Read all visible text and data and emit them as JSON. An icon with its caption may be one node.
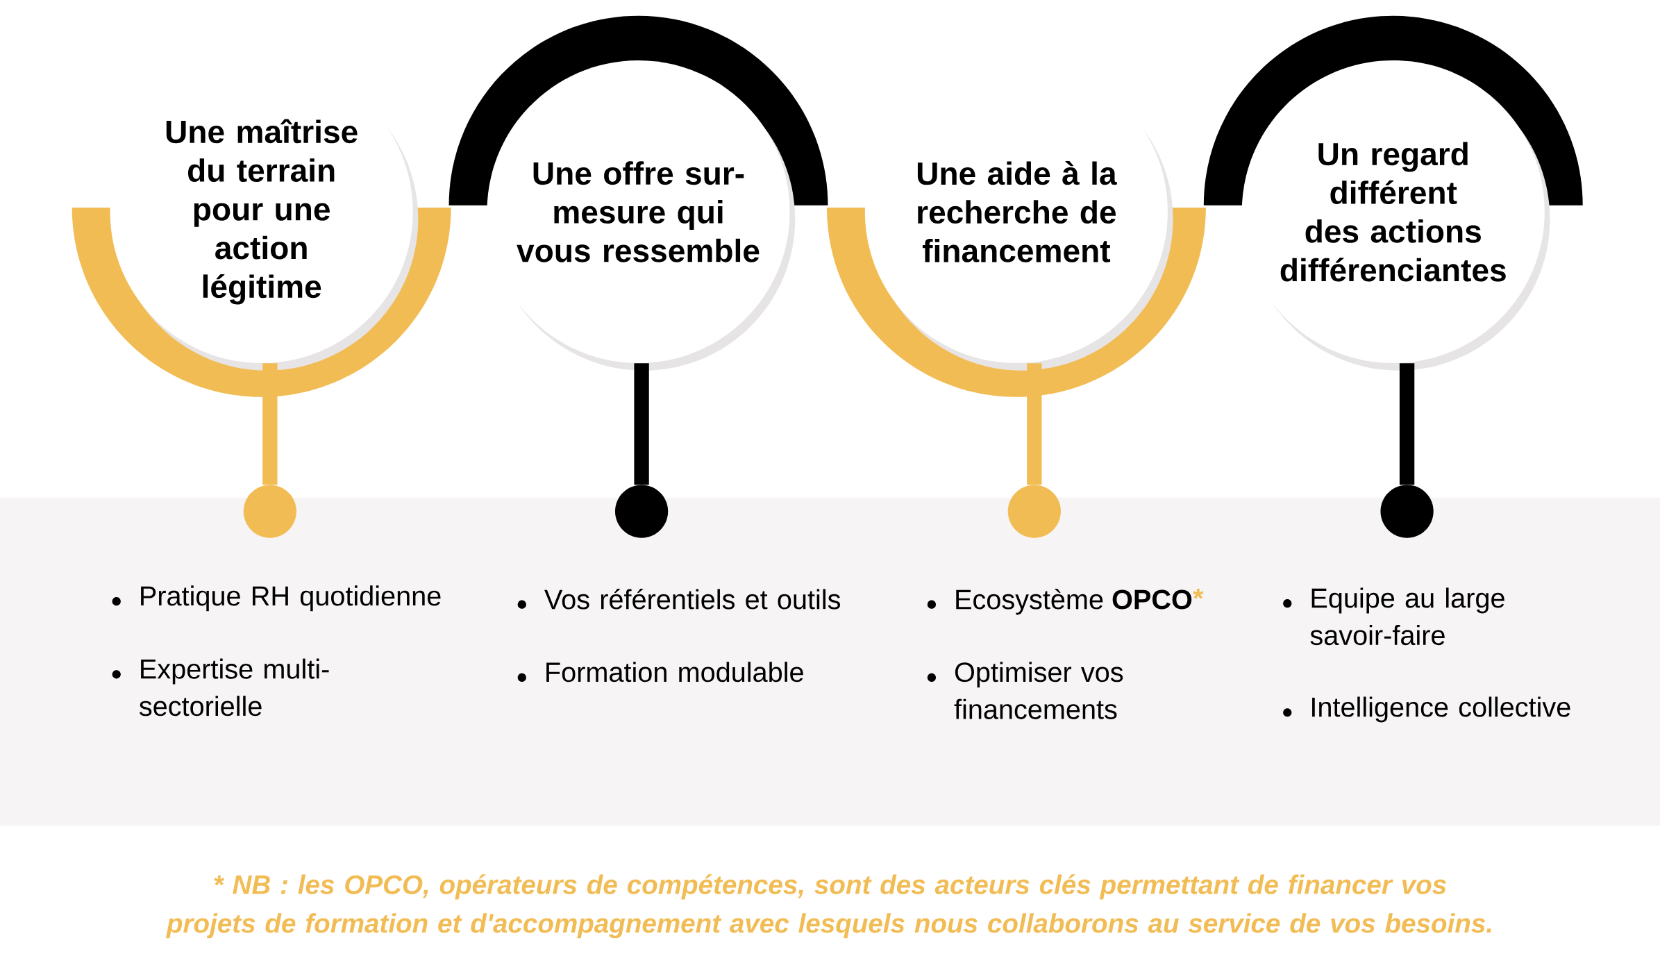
{
  "diagram": {
    "caption": "* NB : les OPCO, opérateurs de compétences, sont des acteurs clés permettant de financer vos projets de formation et d'accompagnement avec lesquels nous collaborons au service de vos besoins.",
    "nodes": [
      {
        "text": [
          "Une maîtrise du terrain pour une action légitime"
        ]
      },
      {
        "text": [],
        "shape": "circle",
        "beside": [
          "Pratique RH quotidienne",
          "Expertise multi-sectorielle"
        ]
      },
      {
        "text": [
          "Une offre sur-mesure qui vous ressemble"
        ]
      },
      {
        "text": [],
        "shape": "circle",
        "beside": [
          "Vos référentiels et outils",
          "Formation modulable"
        ]
      },
      {
        "text": [
          "Une aide à la recherche de financement"
        ]
      },
      {
        "text": [],
        "shape": "circle",
        "beside": [
          "Ecosystème **OPCO**",
          "*",
          "Optimiser vos financements"
        ]
      },
      {
        "text": [
          "Un regard différent des actions différenciantes"
        ]
      },
      {
        "text": [],
        "shape": "circle",
        "beside": [
          "Equipe au large savoir-faire",
          "Intelligence collective"
        ]
      }
    ],
    "edges": [
      {
        "from": 0,
        "to": 1,
        "arrow": "none",
        "color": "#f2bc55"
      },
      {
        "from": 2,
        "to": 3,
        "arrow": "none",
        "color": "#000000"
      },
      {
        "from": 4,
        "to": 5,
        "arrow": "none",
        "color": "#f2bc55"
      },
      {
        "from": 6,
        "to": 7,
        "arrow": "none",
        "color": "#000000"
      }
    ]
  }
}
